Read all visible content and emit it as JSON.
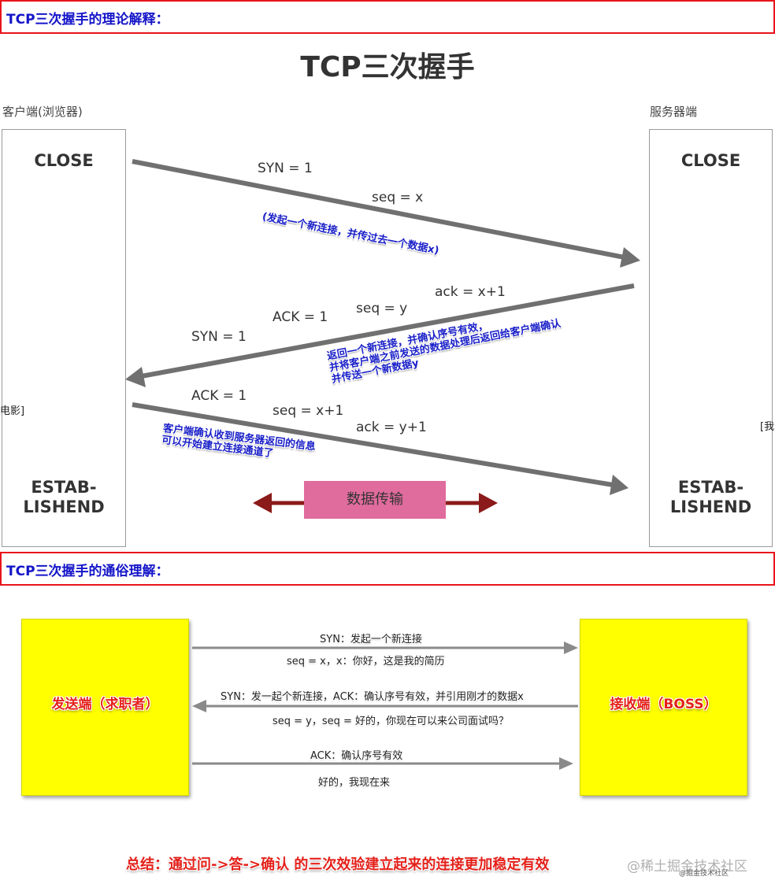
{
  "section1": {
    "title": "TCP三次握手的理论解释："
  },
  "diagram1": {
    "title": "TCP三次握手",
    "client_label": "客户端(浏览器)",
    "server_label": "服务器端",
    "client_state_top": "CLOSE",
    "server_state_top": "CLOSE",
    "client_state_bottom": [
      "ESTAB-",
      "LISHEND"
    ],
    "server_state_bottom": [
      "ESTAB-",
      "LISHEND"
    ],
    "step1": {
      "syn": "SYN = 1",
      "seq": "seq = x",
      "note": "(发起一个新连接，并传过去一个数据x)"
    },
    "step2": {
      "ack_num": "ack = x+1",
      "seq": "seq = y",
      "ack": "ACK = 1",
      "syn": "SYN = 1",
      "note_lines": [
        "返回一个新连接，并确认序号有效，",
        "并将客户端之前发送的数据处理后返回给客户端确认",
        "并传送一个新数据y"
      ]
    },
    "step3": {
      "ack": "ACK = 1",
      "seq": "seq = x+1",
      "ack_num": "ack = y+1",
      "note_lines": [
        "客户端确认收到服务器返回的信息",
        "可以开始建立连接通道了"
      ]
    },
    "data_transfer": "数据传输",
    "edge_left": "电影]",
    "edge_right": "[我"
  },
  "section2": {
    "title": "TCP三次握手的通俗理解："
  },
  "diagram2": {
    "sender": "发送端（求职者）",
    "receiver": "接收端（BOSS）",
    "messages": [
      {
        "top": "SYN：发起一个新连接",
        "bottom": "seq = x，x：你好，这是我的简历"
      },
      {
        "top": "SYN：发一起个新连接，ACK：确认序号有效，并引用刚才的数据x",
        "bottom": "seq = y，seq = 好的，你现在可以来公司面试吗？"
      },
      {
        "top": "ACK：确认序号有效",
        "bottom": "好的，我现在来"
      }
    ]
  },
  "summary": "总结：通过问->答->确认 的三次效验建立起来的连接更加稳定有效",
  "watermark": {
    "main": "@稀土掘金技术社区",
    "small": "@掘金技术社区"
  },
  "colors": {
    "section_border": "#e8141b",
    "section_title": "#1515c9",
    "arrow_gray": "#707070",
    "data_arrow": "#8b1a1a",
    "data_box": "#e06b9d",
    "sticky_yellow": "#ffff00",
    "note_blue": "#1a20c8",
    "summary_red": "#e4211b"
  }
}
